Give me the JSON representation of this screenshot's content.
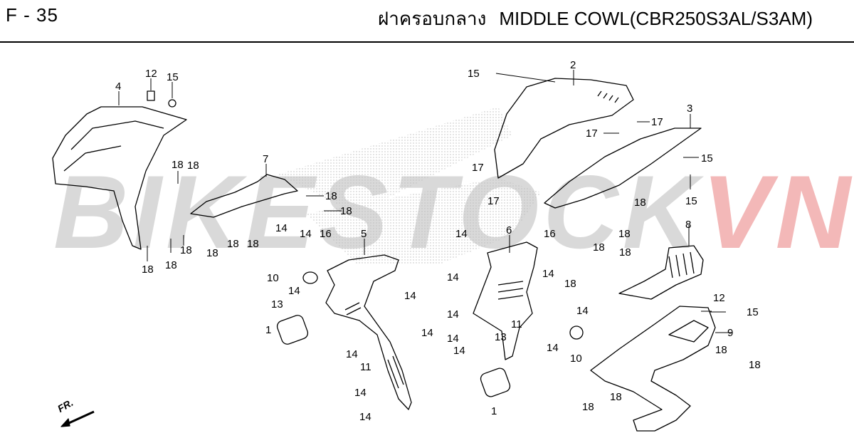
{
  "header": {
    "code": "F - 35",
    "title_thai": "ฝาครอบกลาง",
    "title_en": "MIDDLE COWL(CBR250S3AL/S3AM)"
  },
  "watermark": {
    "part_a": "BIKESTOCK",
    "part_b": "VN"
  },
  "direction_label": "FR.",
  "callouts": [
    {
      "id": "c-4",
      "text": "4"
    },
    {
      "id": "c-12a",
      "text": "12"
    },
    {
      "id": "c-15a",
      "text": "15"
    },
    {
      "id": "c-18a",
      "text": "18"
    },
    {
      "id": "c-18b",
      "text": "18"
    },
    {
      "id": "c-18c",
      "text": "18"
    },
    {
      "id": "c-18d",
      "text": "18"
    },
    {
      "id": "c-7",
      "text": "7"
    },
    {
      "id": "c-18e",
      "text": "18"
    },
    {
      "id": "c-18f",
      "text": "18"
    },
    {
      "id": "c-18g",
      "text": "18"
    },
    {
      "id": "c-18h",
      "text": "18"
    },
    {
      "id": "c-18i",
      "text": "18"
    },
    {
      "id": "c-18j",
      "text": "18"
    },
    {
      "id": "c-14a",
      "text": "14"
    },
    {
      "id": "c-14b",
      "text": "14"
    },
    {
      "id": "c-16a",
      "text": "16"
    },
    {
      "id": "c-5",
      "text": "5"
    },
    {
      "id": "c-10a",
      "text": "10"
    },
    {
      "id": "c-14c",
      "text": "14"
    },
    {
      "id": "c-13a",
      "text": "13"
    },
    {
      "id": "c-14d",
      "text": "14"
    },
    {
      "id": "c-1a",
      "text": "1"
    },
    {
      "id": "c-14e",
      "text": "14"
    },
    {
      "id": "c-11a",
      "text": "11"
    },
    {
      "id": "c-14f",
      "text": "14"
    },
    {
      "id": "c-14g",
      "text": "14"
    },
    {
      "id": "c-14h",
      "text": "14"
    },
    {
      "id": "c-15b",
      "text": "15"
    },
    {
      "id": "c-2",
      "text": "2"
    },
    {
      "id": "c-3",
      "text": "3"
    },
    {
      "id": "c-17a",
      "text": "17"
    },
    {
      "id": "c-17b",
      "text": "17"
    },
    {
      "id": "c-15c",
      "text": "15"
    },
    {
      "id": "c-15d",
      "text": "15"
    },
    {
      "id": "c-17c",
      "text": "17"
    },
    {
      "id": "c-17d",
      "text": "17"
    },
    {
      "id": "c-14i",
      "text": "14"
    },
    {
      "id": "c-6",
      "text": "6"
    },
    {
      "id": "c-16b",
      "text": "16"
    },
    {
      "id": "c-14j",
      "text": "14"
    },
    {
      "id": "c-14k",
      "text": "14"
    },
    {
      "id": "c-14l",
      "text": "14"
    },
    {
      "id": "c-14m",
      "text": "14"
    },
    {
      "id": "c-14n",
      "text": "14"
    },
    {
      "id": "c-13b",
      "text": "13"
    },
    {
      "id": "c-11b",
      "text": "11"
    },
    {
      "id": "c-14o",
      "text": "14"
    },
    {
      "id": "c-14p",
      "text": "14"
    },
    {
      "id": "c-10b",
      "text": "10"
    },
    {
      "id": "c-1b",
      "text": "1"
    },
    {
      "id": "c-18k",
      "text": "18"
    },
    {
      "id": "c-18l",
      "text": "18"
    },
    {
      "id": "c-8",
      "text": "8"
    },
    {
      "id": "c-18m",
      "text": "18"
    },
    {
      "id": "c-18n",
      "text": "18"
    },
    {
      "id": "c-18o",
      "text": "18"
    },
    {
      "id": "c-12b",
      "text": "12"
    },
    {
      "id": "c-15e",
      "text": "15"
    },
    {
      "id": "c-9",
      "text": "9"
    },
    {
      "id": "c-18p",
      "text": "18"
    },
    {
      "id": "c-18q",
      "text": "18"
    },
    {
      "id": "c-18r",
      "text": "18"
    },
    {
      "id": "c-18s",
      "text": "18"
    }
  ]
}
